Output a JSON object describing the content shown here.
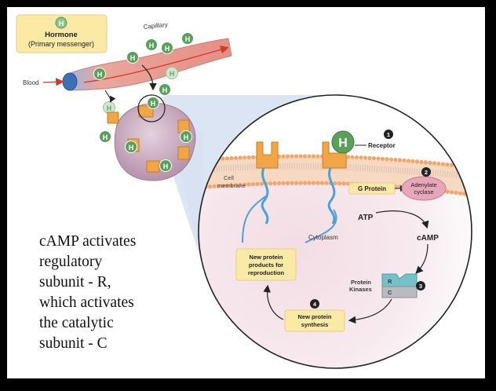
{
  "hormone_box": {
    "symbol": "H",
    "title": "Hormone",
    "subtitle": "(Primary messenger)"
  },
  "capillary_label": "Capillary",
  "blood_label": "Blood",
  "hormone_symbol": "H",
  "receptor_label": "Receptor",
  "cell_membrane_label_line1": "Cell",
  "cell_membrane_label_line2": "membrane",
  "g_protein_label": "G Protein",
  "adenylate_label_line1": "Adenylate",
  "adenylate_label_line2": "cyclase",
  "atp_label": "ATP",
  "camp_label": "cAMP",
  "cytoplasm_label": "Cytoplasm",
  "protein_kinases_line1": "Protein",
  "protein_kinases_line2": "Kinases",
  "kinase_r": "R",
  "kinase_c": "C",
  "new_protein_products": [
    "New protein",
    "products for",
    "reproduction"
  ],
  "new_protein_synthesis": [
    "New protein",
    "synthesis"
  ],
  "steps": [
    "1",
    "2",
    "3",
    "4"
  ],
  "caption": "cAMP activates\nregulatory\nsubunit - R,\nwhich activates\nthe catalytic\nsubunit - C",
  "colors": {
    "hormone_green": "#5aa05a",
    "capillary_pink": "#e49a90",
    "capillary_blue": "#3c6fb3",
    "receptor_orange": "#f0a646",
    "membrane_orange": "#f3b07d",
    "cell_purple": "#c3a2b8",
    "label_box": "#fbe9a6",
    "adenylate_pink": "#e8a7b8"
  }
}
